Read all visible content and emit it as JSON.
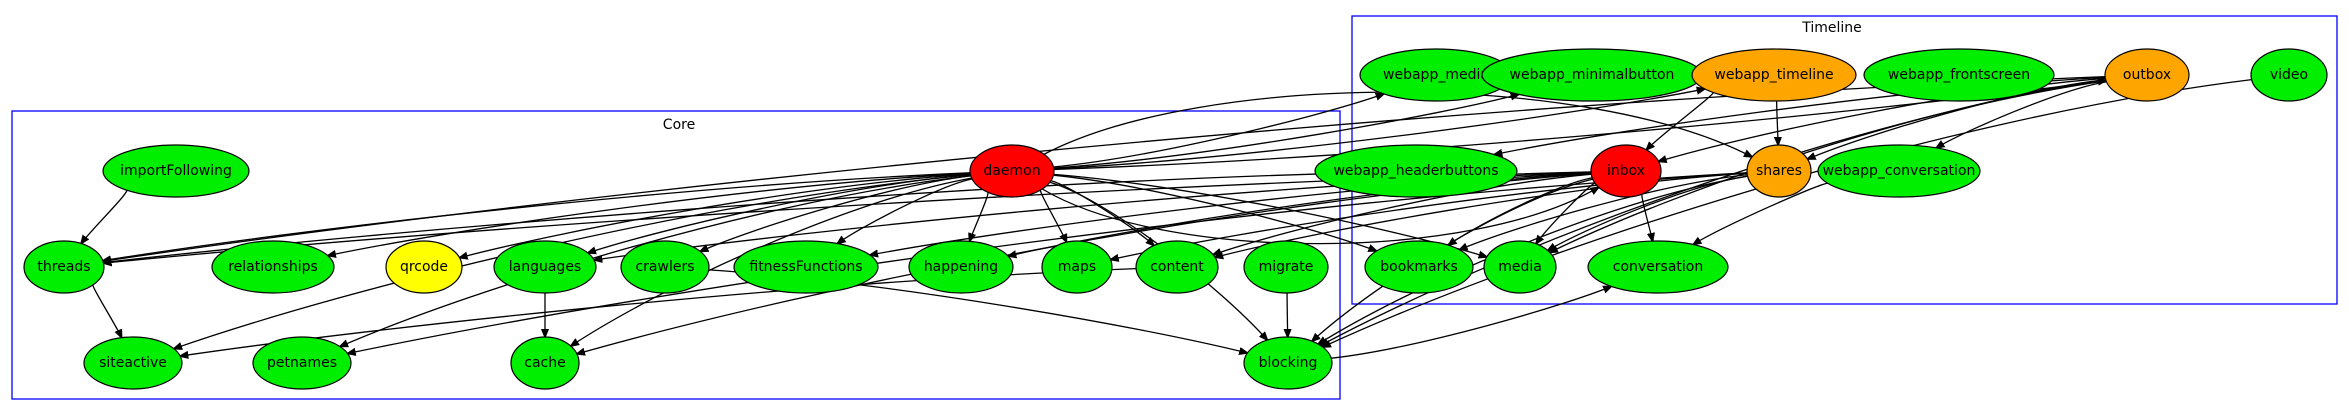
{
  "graph": {
    "colors": {
      "green": "#00ee00",
      "red": "#ff0000",
      "orange": "#ffa500",
      "yellow": "#ffff00",
      "cluster_border": "#0000ff"
    },
    "clusters": [
      {
        "id": "core",
        "label": "Core"
      },
      {
        "id": "timeline",
        "label": "Timeline"
      }
    ],
    "nodes": [
      {
        "id": "importFollowing",
        "label": "importFollowing",
        "cluster": "core",
        "color": "green"
      },
      {
        "id": "daemon",
        "label": "daemon",
        "cluster": "core",
        "color": "red"
      },
      {
        "id": "threads",
        "label": "threads",
        "cluster": "core",
        "color": "green"
      },
      {
        "id": "relationships",
        "label": "relationships",
        "cluster": "core",
        "color": "green"
      },
      {
        "id": "qrcode",
        "label": "qrcode",
        "cluster": "core",
        "color": "yellow"
      },
      {
        "id": "languages",
        "label": "languages",
        "cluster": "core",
        "color": "green"
      },
      {
        "id": "crawlers",
        "label": "crawlers",
        "cluster": "core",
        "color": "green"
      },
      {
        "id": "fitnessFunctions",
        "label": "fitnessFunctions",
        "cluster": "core",
        "color": "green"
      },
      {
        "id": "happening",
        "label": "happening",
        "cluster": "core",
        "color": "green"
      },
      {
        "id": "maps",
        "label": "maps",
        "cluster": "core",
        "color": "green"
      },
      {
        "id": "content",
        "label": "content",
        "cluster": "core",
        "color": "green"
      },
      {
        "id": "migrate",
        "label": "migrate",
        "cluster": "core",
        "color": "green"
      },
      {
        "id": "siteactive",
        "label": "siteactive",
        "cluster": "core",
        "color": "green"
      },
      {
        "id": "petnames",
        "label": "petnames",
        "cluster": "core",
        "color": "green"
      },
      {
        "id": "cache",
        "label": "cache",
        "cluster": "core",
        "color": "green"
      },
      {
        "id": "blocking",
        "label": "blocking",
        "cluster": "core",
        "color": "green"
      },
      {
        "id": "webapp_media",
        "label": "webapp_media",
        "cluster": "timeline",
        "color": "green"
      },
      {
        "id": "webapp_minimalbutton",
        "label": "webapp_minimalbutton",
        "cluster": "timeline",
        "color": "green"
      },
      {
        "id": "webapp_timeline",
        "label": "webapp_timeline",
        "cluster": "timeline",
        "color": "orange"
      },
      {
        "id": "webapp_frontscreen",
        "label": "webapp_frontscreen",
        "cluster": "timeline",
        "color": "green"
      },
      {
        "id": "outbox",
        "label": "outbox",
        "cluster": "timeline",
        "color": "orange"
      },
      {
        "id": "video",
        "label": "video",
        "cluster": "timeline",
        "color": "green"
      },
      {
        "id": "webapp_headerbuttons",
        "label": "webapp_headerbuttons",
        "cluster": "timeline",
        "color": "green"
      },
      {
        "id": "inbox",
        "label": "inbox",
        "cluster": "timeline",
        "color": "red"
      },
      {
        "id": "shares",
        "label": "shares",
        "cluster": "timeline",
        "color": "orange"
      },
      {
        "id": "webapp_conversation",
        "label": "webapp_conversation",
        "cluster": "timeline",
        "color": "green"
      },
      {
        "id": "bookmarks",
        "label": "bookmarks",
        "cluster": "timeline",
        "color": "green"
      },
      {
        "id": "media",
        "label": "media",
        "cluster": "timeline",
        "color": "green"
      },
      {
        "id": "conversation",
        "label": "conversation",
        "cluster": "timeline",
        "color": "green"
      }
    ],
    "edges": [
      [
        "importFollowing",
        "threads"
      ],
      [
        "threads",
        "siteactive"
      ],
      [
        "languages",
        "cache"
      ],
      [
        "migrate",
        "blocking"
      ],
      [
        "crawlers",
        "blocking"
      ],
      [
        "content",
        "siteactive"
      ],
      [
        "daemon",
        "threads"
      ],
      [
        "daemon",
        "relationships"
      ],
      [
        "daemon",
        "qrcode"
      ],
      [
        "daemon",
        "languages"
      ],
      [
        "daemon",
        "crawlers"
      ],
      [
        "daemon",
        "fitnessFunctions"
      ],
      [
        "daemon",
        "happening"
      ],
      [
        "daemon",
        "maps"
      ],
      [
        "daemon",
        "content"
      ],
      [
        "daemon",
        "siteactive"
      ],
      [
        "daemon",
        "petnames"
      ],
      [
        "daemon",
        "cache"
      ],
      [
        "daemon",
        "blocking"
      ],
      [
        "daemon",
        "bookmarks"
      ],
      [
        "daemon",
        "media"
      ],
      [
        "daemon",
        "webapp_media"
      ],
      [
        "daemon",
        "webapp_minimalbutton"
      ],
      [
        "daemon",
        "webapp_timeline"
      ],
      [
        "daemon",
        "outbox"
      ],
      [
        "daemon",
        "inbox"
      ],
      [
        "daemon",
        "shares"
      ],
      [
        "webapp_headerbuttons",
        "threads"
      ],
      [
        "inbox",
        "threads"
      ],
      [
        "inbox",
        "languages"
      ],
      [
        "inbox",
        "fitnessFunctions"
      ],
      [
        "inbox",
        "happening"
      ],
      [
        "inbox",
        "content"
      ],
      [
        "inbox",
        "bookmarks"
      ],
      [
        "inbox",
        "media"
      ],
      [
        "inbox",
        "conversation"
      ],
      [
        "inbox",
        "blocking"
      ],
      [
        "inbox",
        "cache"
      ],
      [
        "shares",
        "maps"
      ],
      [
        "shares",
        "content"
      ],
      [
        "shares",
        "bookmarks"
      ],
      [
        "shares",
        "media"
      ],
      [
        "shares",
        "blocking"
      ],
      [
        "shares",
        "petnames"
      ],
      [
        "webapp_conversation",
        "conversation"
      ],
      [
        "outbox",
        "threads"
      ],
      [
        "outbox",
        "inbox"
      ],
      [
        "outbox",
        "shares"
      ],
      [
        "outbox",
        "webapp_headerbuttons"
      ],
      [
        "outbox",
        "webapp_conversation"
      ],
      [
        "outbox",
        "media"
      ],
      [
        "outbox",
        "blocking"
      ],
      [
        "video",
        "blocking"
      ],
      [
        "webapp_timeline",
        "inbox"
      ],
      [
        "webapp_timeline",
        "shares"
      ],
      [
        "blocking",
        "conversation"
      ]
    ]
  }
}
